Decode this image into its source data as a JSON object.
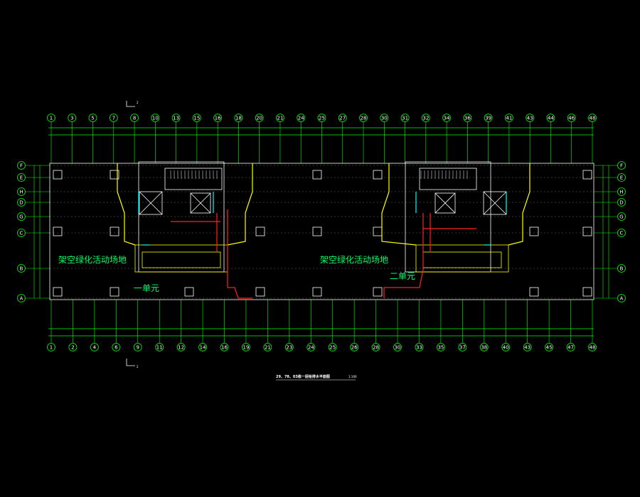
{
  "drawing": {
    "top_axes": [
      "1",
      "3",
      "5",
      "7",
      "8",
      "10",
      "13",
      "15",
      "16",
      "18",
      "20",
      "21",
      "24",
      "25",
      "27",
      "28",
      "30",
      "31",
      "32",
      "34",
      "36",
      "39",
      "41",
      "43",
      "44",
      "46",
      "48"
    ],
    "bottom_axes": [
      "1",
      "2",
      "4",
      "6",
      "9",
      "11",
      "12",
      "14",
      "16",
      "19",
      "21",
      "23",
      "24",
      "25",
      "26",
      "28",
      "30",
      "33",
      "35",
      "37",
      "38",
      "40",
      "43",
      "45",
      "47",
      "48"
    ],
    "left_axes": [
      "F",
      "E",
      "H",
      "D",
      "G",
      "C",
      "B",
      "A"
    ],
    "right_axes": [
      "F",
      "E",
      "H",
      "D",
      "G",
      "C",
      "B",
      "A"
    ],
    "area_label_left": "架空绿化活动场地",
    "area_label_right": "架空绿化活动场地",
    "unit_left": "一单元",
    "unit_right": "二单元",
    "title": "29、78、03栋一层给排水平面图",
    "scale": "1:100",
    "section_mark": "2"
  },
  "colors": {
    "grid": "#00ff00",
    "wall": "#ffffff",
    "pipe_red": "#ff2020",
    "pipe_yellow": "#ffff00",
    "pipe_cyan": "#00ffff",
    "text": "#ffffff",
    "area_text": "#00ff66",
    "axis_circle": "#00ff00"
  }
}
